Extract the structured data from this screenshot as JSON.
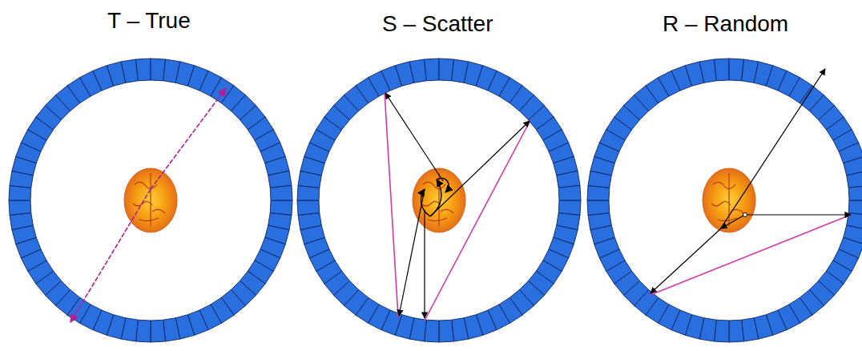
{
  "diagram": {
    "labels": [
      "T – True",
      "S – Scatter",
      "R – Random"
    ]
  }
}
